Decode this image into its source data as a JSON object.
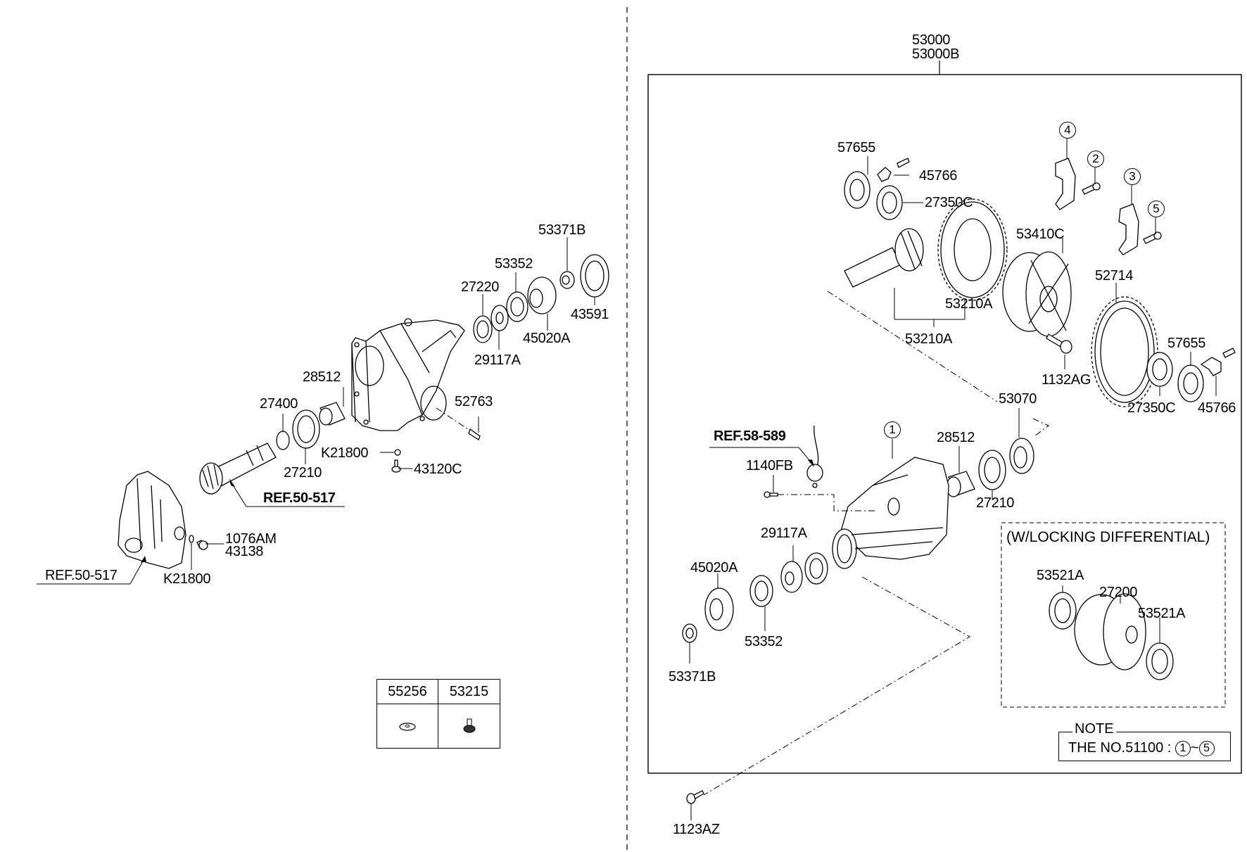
{
  "diagram": {
    "type": "exploded parts diagram",
    "subject": "rear differential carrier assembly",
    "left_panel": {
      "labels": [
        {
          "id": "53371B",
          "text": "53371B"
        },
        {
          "id": "53352",
          "text": "53352"
        },
        {
          "id": "27220",
          "text": "27220"
        },
        {
          "id": "45020A",
          "text": "45020A"
        },
        {
          "id": "43591",
          "text": "43591"
        },
        {
          "id": "29117A",
          "text": "29117A"
        },
        {
          "id": "28512",
          "text": "28512"
        },
        {
          "id": "27400",
          "text": "27400"
        },
        {
          "id": "27210",
          "text": "27210"
        },
        {
          "id": "52763",
          "text": "52763"
        },
        {
          "id": "K21800a",
          "text": "K21800"
        },
        {
          "id": "43120C",
          "text": "43120C"
        },
        {
          "id": "1076AM",
          "text": "1076AM"
        },
        {
          "id": "43138",
          "text": "43138"
        },
        {
          "id": "K21800b",
          "text": "K21800"
        }
      ],
      "refs": [
        {
          "id": "ref-pinion",
          "text": "REF.50-517",
          "bold": true
        },
        {
          "id": "ref-cover",
          "text": "REF.50-517",
          "bold": false
        }
      ],
      "legend_table": {
        "headers": [
          "55256",
          "53215"
        ],
        "icons": [
          "washer-icon",
          "plug-bolt-icon"
        ]
      }
    },
    "right_panel": {
      "assembly_numbers": [
        "53000",
        "53000B"
      ],
      "labels": [
        {
          "id": "57655a",
          "text": "57655"
        },
        {
          "id": "45766a",
          "text": "45766"
        },
        {
          "id": "27350Ca",
          "text": "27350C"
        },
        {
          "id": "53410C",
          "text": "53410C"
        },
        {
          "id": "53210Aa",
          "text": "53210A"
        },
        {
          "id": "53210Ab",
          "text": "53210A"
        },
        {
          "id": "52714",
          "text": "52714"
        },
        {
          "id": "1132AG",
          "text": "1132AG"
        },
        {
          "id": "57655b",
          "text": "57655"
        },
        {
          "id": "27350Cb",
          "text": "27350C"
        },
        {
          "id": "45766b",
          "text": "45766"
        },
        {
          "id": "53070",
          "text": "53070"
        },
        {
          "id": "28512",
          "text": "28512"
        },
        {
          "id": "27210",
          "text": "27210"
        },
        {
          "id": "1140FB",
          "text": "1140FB"
        },
        {
          "id": "29117A",
          "text": "29117A"
        },
        {
          "id": "45020A",
          "text": "45020A"
        },
        {
          "id": "53352",
          "text": "53352"
        },
        {
          "id": "53371B",
          "text": "53371B"
        },
        {
          "id": "1123AZ",
          "text": "1123AZ"
        }
      ],
      "ref": {
        "text": "REF.58-589"
      },
      "callouts": [
        "1",
        "2",
        "3",
        "4",
        "5"
      ],
      "locking_section": {
        "title": "(W/LOCKING DIFFERENTIAL)",
        "labels": [
          "53521A",
          "27200",
          "53521A"
        ]
      },
      "note": {
        "title": "NOTE",
        "text_prefix": "THE NO.51100 : ",
        "range_start": "1",
        "range_sep": "~",
        "range_end": "5"
      }
    }
  }
}
